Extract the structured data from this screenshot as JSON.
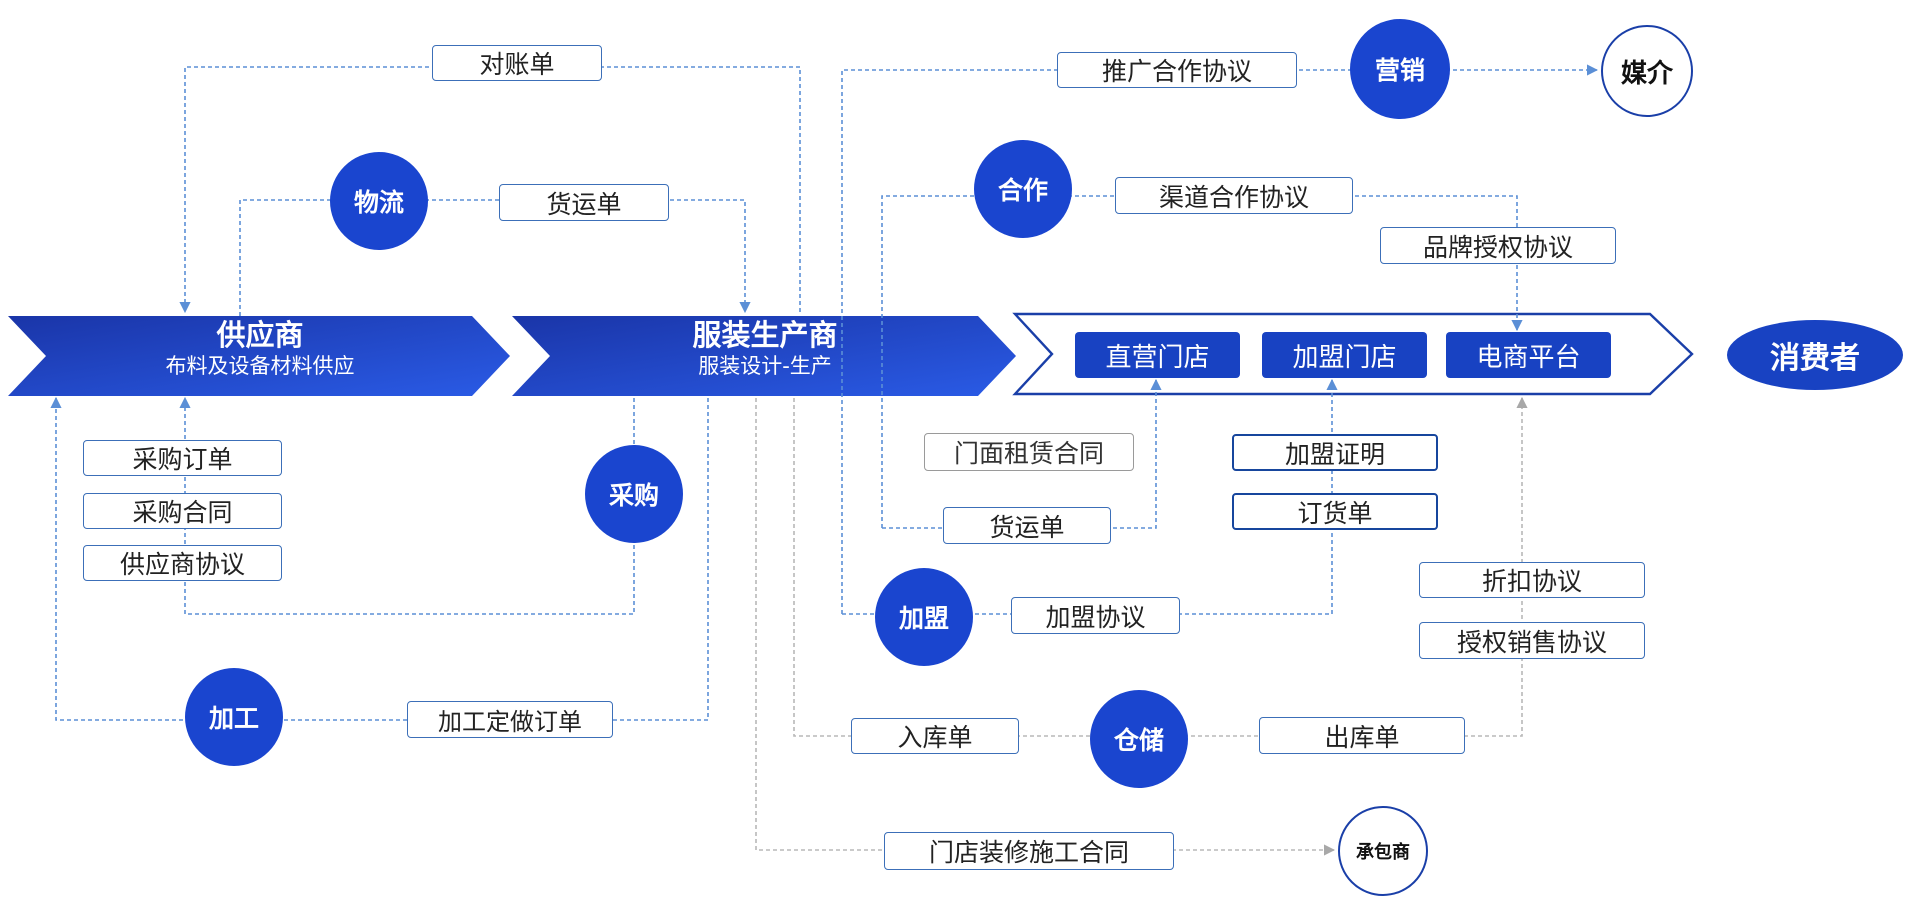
{
  "colors": {
    "primary": "#1a45cf",
    "chevron_gradient": [
      "#1a35a8",
      "#2a5be6"
    ],
    "dashed_line": "#5b8fd6",
    "gray_line": "#b8b8b8"
  },
  "chain": {
    "supplier": {
      "title": "供应商",
      "subtitle": "布料及设备材料供应"
    },
    "manufacturer": {
      "title": "服装生产商",
      "subtitle": "服装设计-生产"
    }
  },
  "channels": [
    "直营门店",
    "加盟门店",
    "电商平台"
  ],
  "consumer": "消费者",
  "circles": {
    "marketing": "营销",
    "media": "媒介",
    "logistics": "物流",
    "cooperation": "合作",
    "procurement": "采购",
    "franchise": "加盟",
    "processing": "加工",
    "warehouse": "仓储",
    "contractor": "承包商"
  },
  "documents": {
    "statement": "对账单",
    "freight_top": "货运单",
    "promotion_agreement": "推广合作协议",
    "channel_agreement": "渠道合作协议",
    "brand_license": "品牌授权协议",
    "purchase_order": "采购订单",
    "purchase_contract": "采购合同",
    "supplier_agreement": "供应商协议",
    "processing_order": "加工定做订单",
    "lease_contract": "门面租赁合同",
    "freight_bottom": "货运单",
    "franchise_certificate": "加盟证明",
    "order_form": "订货单",
    "franchise_agreement": "加盟协议",
    "discount_agreement": "折扣协议",
    "authorized_sales_agreement": "授权销售协议",
    "inbound_order": "入库单",
    "outbound_order": "出库单",
    "renovation_contract": "门店装修施工合同"
  }
}
